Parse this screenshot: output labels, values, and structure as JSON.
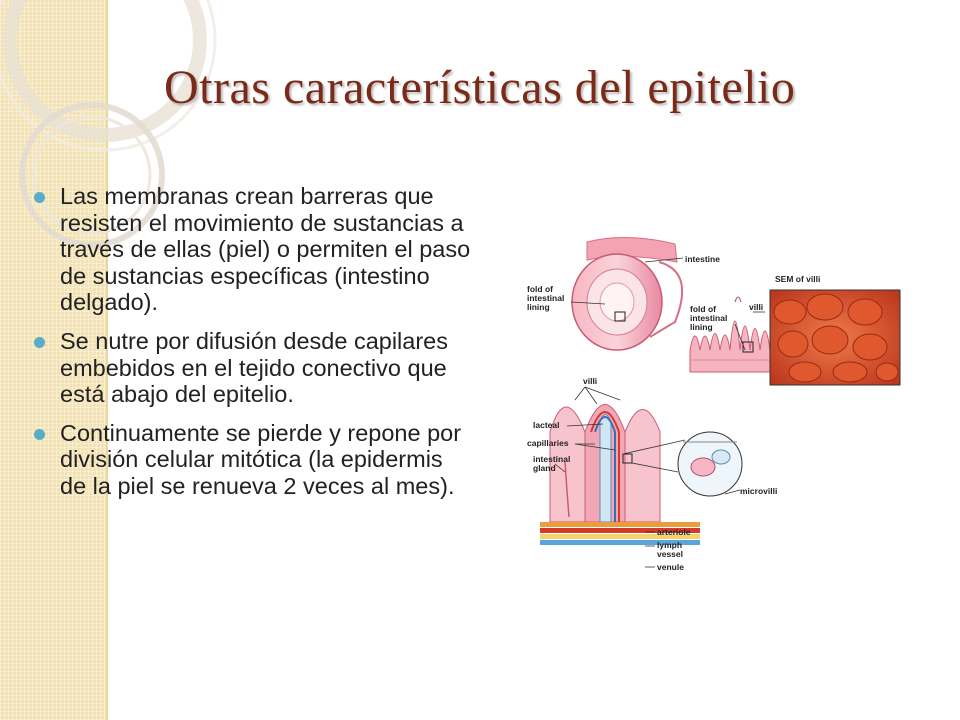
{
  "slide": {
    "title": "Otras características del epitelio",
    "bullets": [
      "Las membranas crean barreras que resisten el movimiento de sustancias a través de ellas (piel) o permiten el paso de sustancias específicas (intestino delgado).",
      "Se nutre por difusión desde capilares embebidos en el tejido conectivo que está abajo del epitelio.",
      "Continuamente se pierde y repone por división celular mitótica (la epidermis de la piel se renueva 2 veces al mes)."
    ],
    "colors": {
      "title": "#7a2a17",
      "bullet": "#58aec8",
      "side_band": "#f3e3b4"
    }
  },
  "figure": {
    "labels": {
      "intestine": "intestine",
      "fold_lining_1": [
        "fold of",
        "intestinal",
        "lining"
      ],
      "fold_lining_2": [
        "fold of",
        "intestinal",
        "lining"
      ],
      "villi_top": "villi",
      "sem": "SEM of villi",
      "villi": "villi",
      "lacteal": "lacteal",
      "capillaries": "capillaries",
      "gland": [
        "intestinal",
        "gland"
      ],
      "microvilli": "microvilli",
      "arteriole": "arteriole",
      "lymph": [
        "lymph",
        "vessel"
      ],
      "venule": "venule"
    }
  }
}
